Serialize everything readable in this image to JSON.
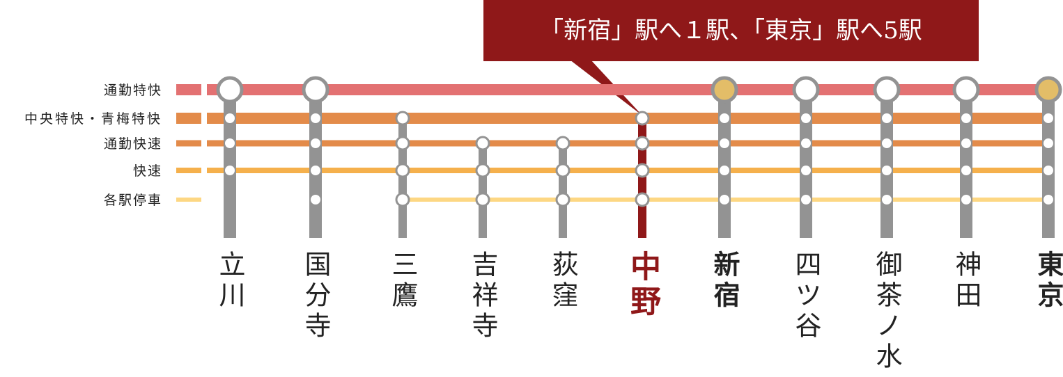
{
  "callout": {
    "text": "「新宿」駅へ１駅、「東京」駅へ5駅",
    "color": "#8f1819"
  },
  "legend": [
    {
      "label": "通勤特快",
      "color": "#e37172"
    },
    {
      "label": "中央特快・青梅特快",
      "color": "#e38b4a"
    },
    {
      "label": "通勤快速",
      "color": "#e38b4a"
    },
    {
      "label": "快速",
      "color": "#f5b04c"
    },
    {
      "label": "各駅停車",
      "color": "#fdd783"
    }
  ],
  "colors": {
    "track": "#939393",
    "current": "#8f1819",
    "terminal": "#e3bd68",
    "text": "#222222"
  },
  "stations": [
    {
      "name": "立川",
      "stops": [
        0,
        1,
        2,
        3
      ],
      "style": "major"
    },
    {
      "name": "国分寺",
      "stops": [
        0,
        1,
        2,
        3,
        4
      ],
      "style": "major"
    },
    {
      "name": "三鷹",
      "stops": [
        1,
        2,
        3,
        4
      ],
      "style": "minor"
    },
    {
      "name": "吉祥寺",
      "stops": [
        2,
        3,
        4
      ],
      "style": "minor"
    },
    {
      "name": "荻窪",
      "stops": [
        2,
        3,
        4
      ],
      "style": "minor"
    },
    {
      "name": "中野",
      "stops": [
        1,
        2,
        3,
        4
      ],
      "style": "current"
    },
    {
      "name": "新宿",
      "stops": [
        0,
        1,
        2,
        3,
        4
      ],
      "style": "terminal"
    },
    {
      "name": "四ツ谷",
      "stops": [
        0,
        1,
        2,
        3,
        4
      ],
      "style": "major"
    },
    {
      "name": "御茶ノ水",
      "stops": [
        0,
        1,
        2,
        3,
        4
      ],
      "style": "major"
    },
    {
      "name": "神田",
      "stops": [
        0,
        1,
        2,
        3,
        4
      ],
      "style": "major"
    },
    {
      "name": "東京",
      "stops": [
        0,
        1,
        2,
        3,
        4
      ],
      "style": "terminal"
    }
  ]
}
